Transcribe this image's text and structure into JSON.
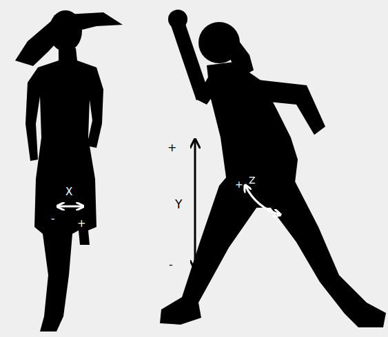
{
  "diagram": {
    "labels": [
      "X",
      "-",
      "+",
      "+",
      "Y",
      "-",
      "+",
      "Z",
      "-"
    ]
  }
}
